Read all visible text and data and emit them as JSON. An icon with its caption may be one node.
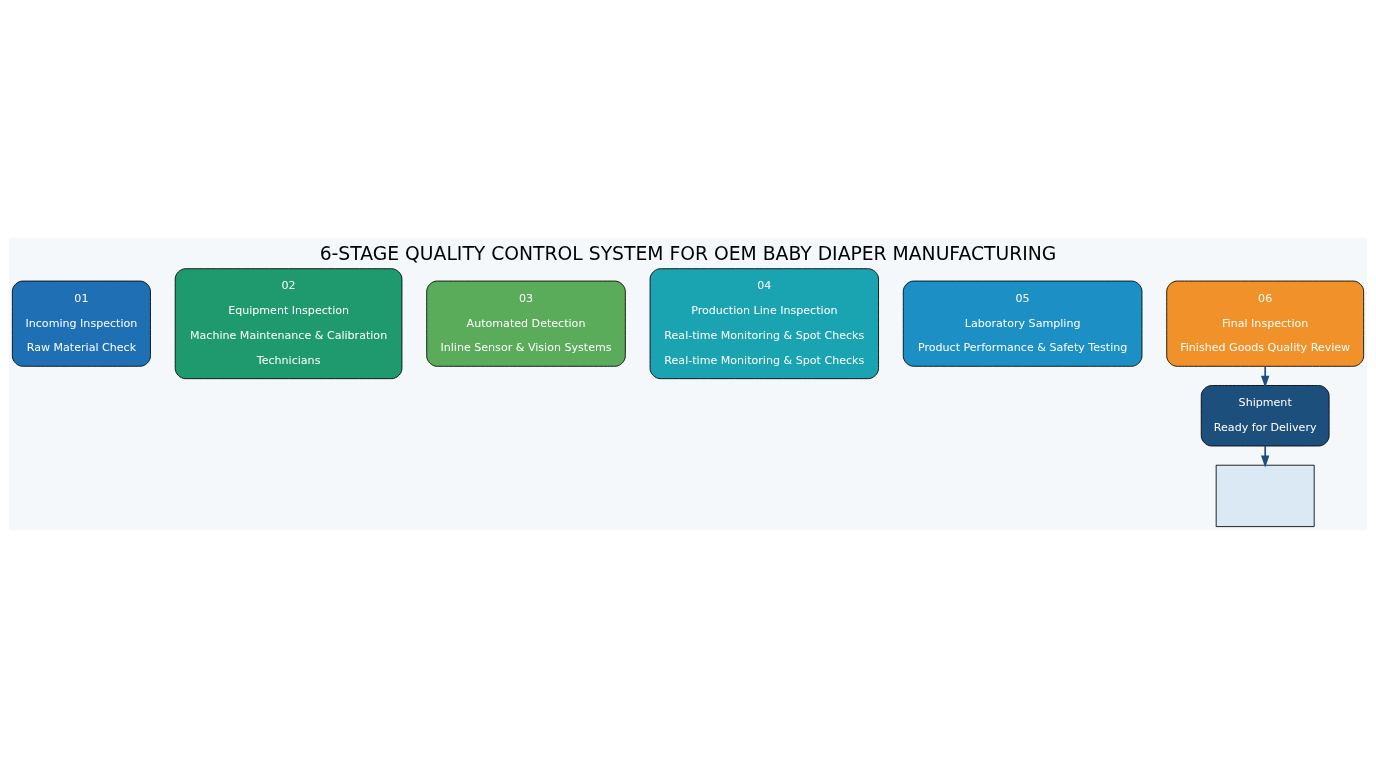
{
  "diagram": {
    "title": "6-STAGE QUALITY CONTROL SYSTEM FOR OEM BABY DIAPER MANUFACTURING",
    "nodes": [
      {
        "text": [
          "01",
          "Incoming Inspection",
          "Raw Material Check"
        ]
      },
      {
        "text": [
          "02",
          "Equipment Inspection",
          "Machine Maintenance & Calibration",
          "Technicians"
        ]
      },
      {
        "text": [
          "03",
          "Automated Detection",
          "Inline Sensor & Vision Systems"
        ]
      },
      {
        "text": [
          "04",
          "Production Line Inspection",
          "Real-time Monitoring & Spot Checks",
          "Real-time Monitoring & Spot Checks"
        ]
      },
      {
        "text": [
          "05",
          "Laboratory Sampling",
          "Product Performance & Safety Testing"
        ]
      },
      {
        "text": [
          "06",
          "Final Inspection",
          "Finished Goods Quality Review"
        ]
      },
      {
        "text": [
          "Shipment",
          "Ready for Delivery"
        ]
      },
      {
        "text": [],
        "shape": "box"
      }
    ],
    "edges": [
      {
        "from": 5,
        "to": 6,
        "arrow": "to"
      },
      {
        "from": 6,
        "to": 7,
        "arrow": "to"
      }
    ]
  }
}
